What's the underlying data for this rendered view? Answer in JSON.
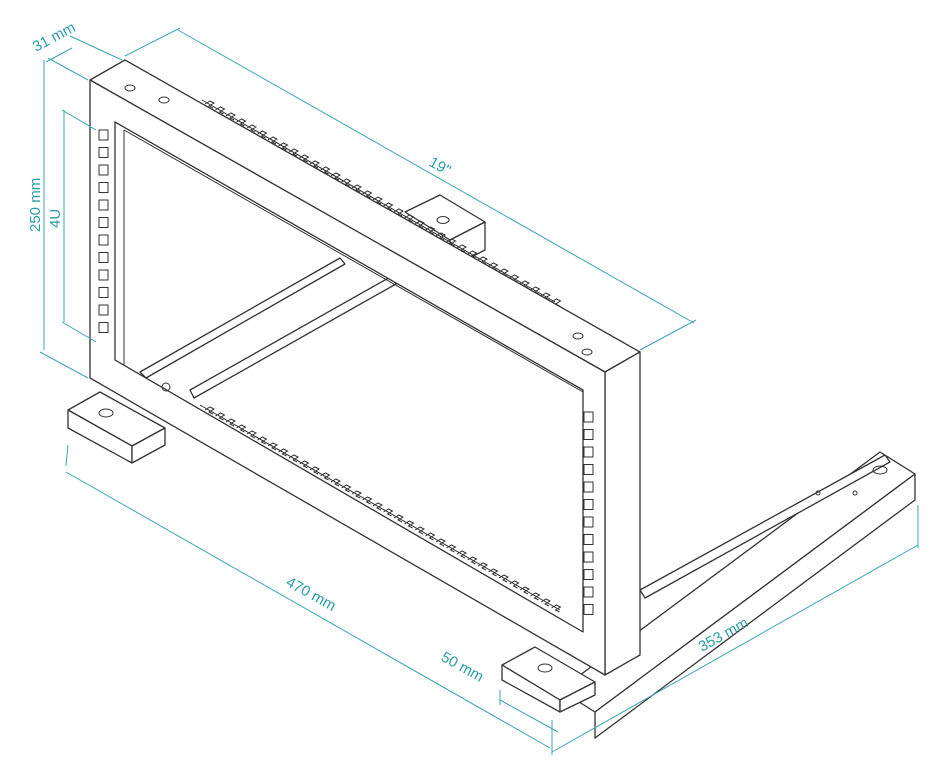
{
  "dimensions": {
    "depth_top": "31 mm",
    "height": "250 mm",
    "units": "4U",
    "width": "19\"",
    "length": "470 mm",
    "foot_width": "50 mm",
    "base_depth": "353 mm"
  },
  "colors": {
    "dimension": "#3aa6b0",
    "outline": "#333333"
  }
}
